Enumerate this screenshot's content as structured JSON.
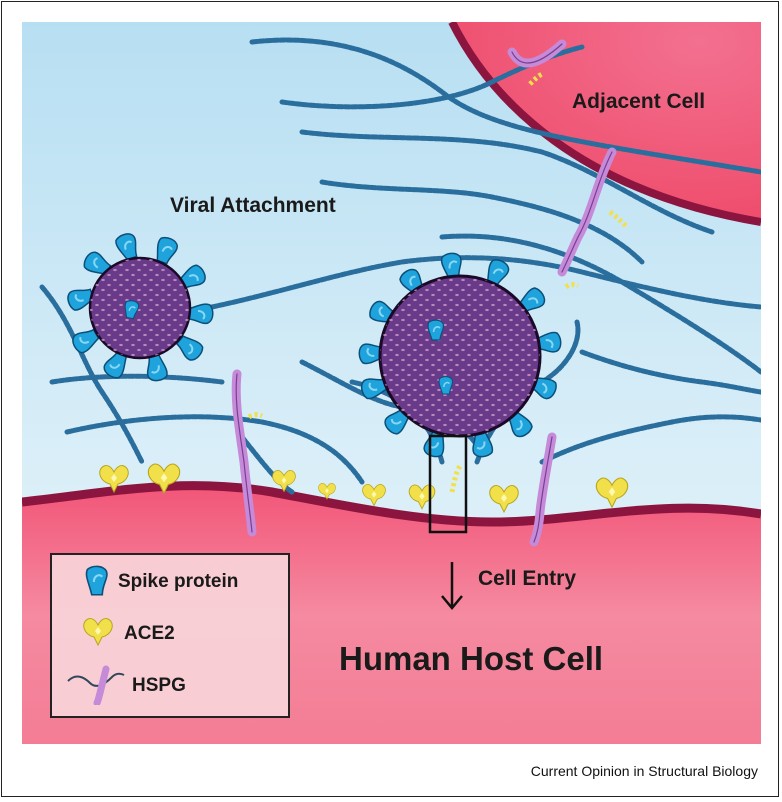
{
  "figure": {
    "labels": {
      "adjacent_cell": "Adjacent Cell",
      "viral_attachment": "Viral Attachment",
      "cell_entry": "Cell Entry",
      "human_host_cell": "Human Host Cell"
    },
    "legend": {
      "items": [
        {
          "icon": "spike-protein-icon",
          "label": "Spike protein"
        },
        {
          "icon": "ace2-icon",
          "label": "ACE2"
        },
        {
          "icon": "hspg-icon",
          "label": "HSPG"
        }
      ]
    },
    "credit": "Current Opinion in Structural Biology"
  },
  "colors": {
    "background_sky": "#c9e6f3",
    "host_cell": "#f04a6a",
    "membrane": "#8c1540",
    "virus_body": "#6a3a8a",
    "spike": "#1e9bd7",
    "ace2": "#f2e04a",
    "hspg": "#c58ad8"
  }
}
